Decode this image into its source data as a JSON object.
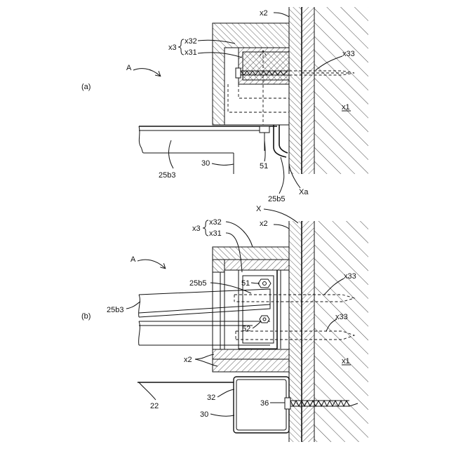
{
  "figure_a": {
    "panel_label": "(a)",
    "labels": {
      "x2": "x2",
      "x3": "x3",
      "x32": "x32",
      "x31": "x31",
      "x33": "x33",
      "A": "A",
      "x1": "x1",
      "b25b3": "25b3",
      "n30": "30",
      "n51": "51",
      "b25b5": "25b5",
      "Xa": "Xa"
    }
  },
  "figure_b": {
    "panel_label": "(b)",
    "labels": {
      "X": "X",
      "x3": "x3",
      "x32": "x32",
      "x31": "x31",
      "x2_top": "x2",
      "A": "A",
      "b25b5": "25b5",
      "n51": "51",
      "x33_upper": "x33",
      "b25b3": "25b3",
      "x33_lower": "x33",
      "n52": "52",
      "x1": "x1",
      "x2_bottom": "x2",
      "n22": "22",
      "n32": "32",
      "n36": "36",
      "n30": "30"
    }
  }
}
